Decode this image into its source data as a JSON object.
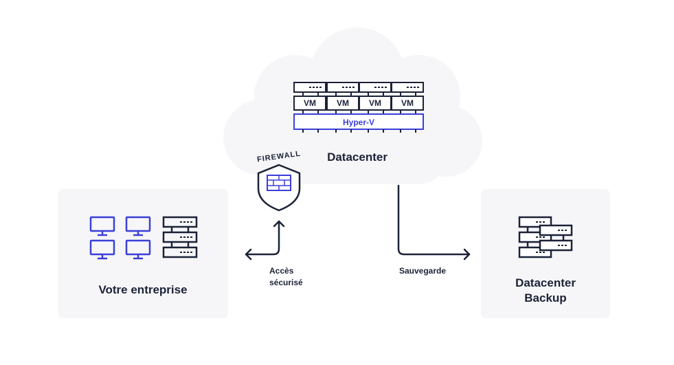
{
  "diagram": {
    "datacenter": {
      "label": "Datacenter",
      "vm_labels": [
        "VM",
        "VM",
        "VM",
        "VM"
      ],
      "hypervisor_label": "Hyper-V"
    },
    "firewall": {
      "label": "FIREWALL"
    },
    "enterprise": {
      "label": "Votre entreprise"
    },
    "backup": {
      "label_line1": "Datacenter",
      "label_line2": "Backup"
    },
    "links": {
      "secure_access_line1": "Accès",
      "secure_access_line2": "sécurisé",
      "backup": "Sauvegarde"
    },
    "colors": {
      "navy": "#1b2237",
      "accent_blue": "#3a3fd9",
      "card_bg": "#f6f6f8",
      "cloud_bg": "#f6f6f8"
    }
  }
}
